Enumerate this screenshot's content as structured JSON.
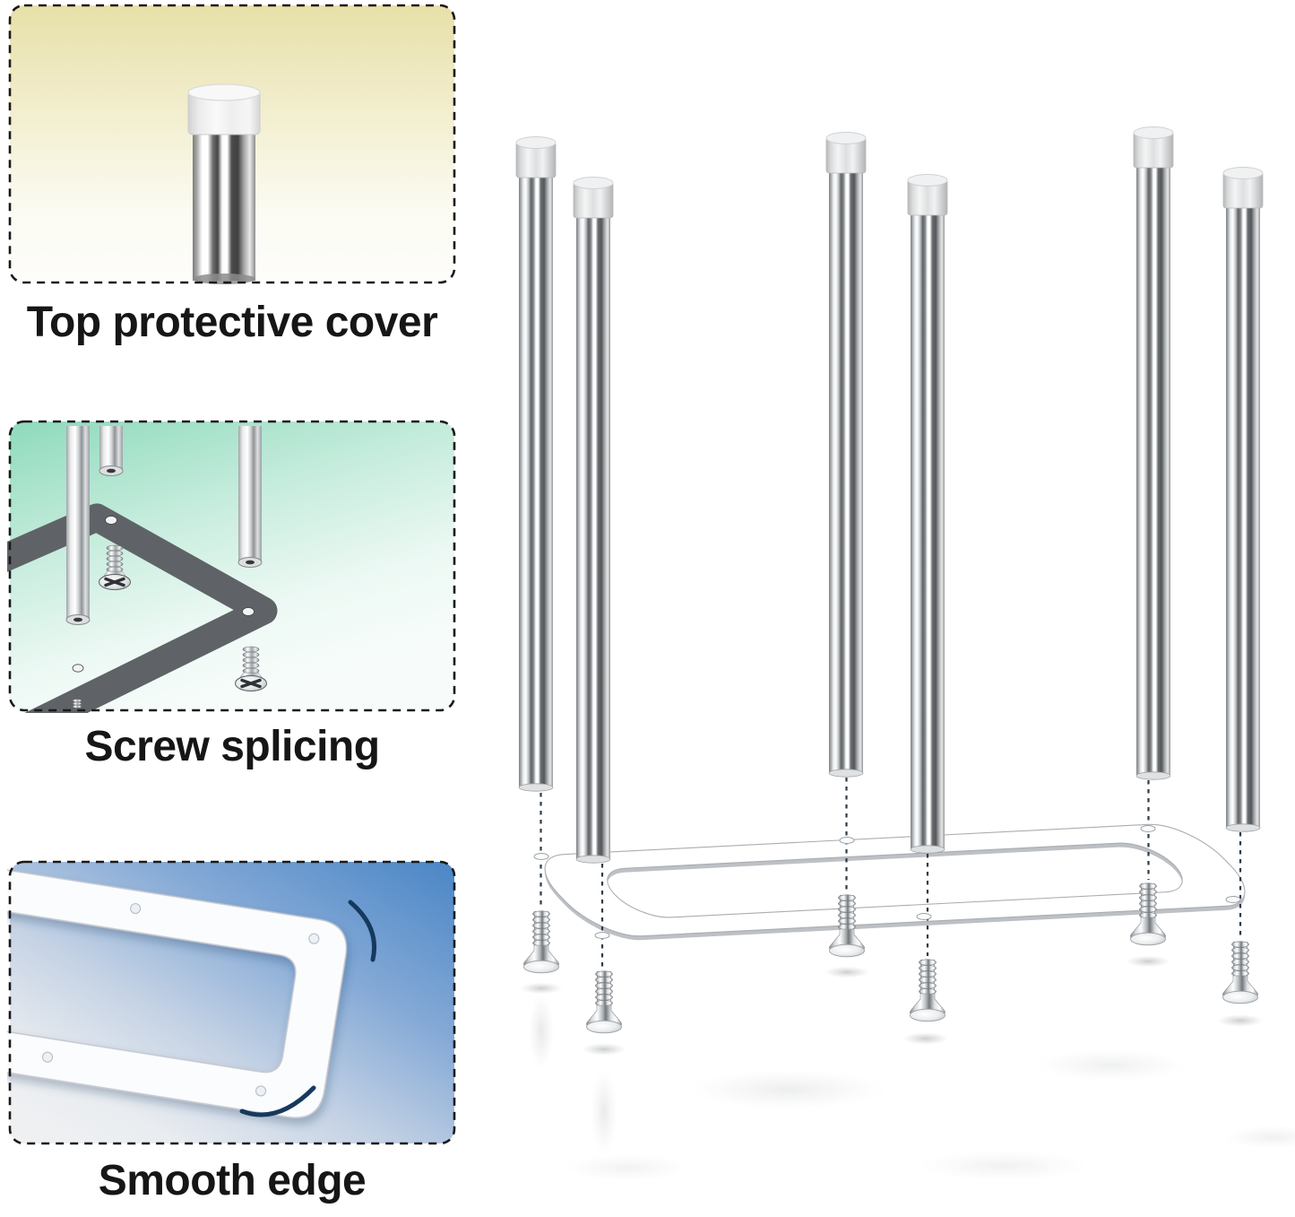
{
  "page": {
    "background_color": "#ffffff",
    "panel_border_color": "#1a1a1a"
  },
  "features": [
    {
      "label": "Top protective cover",
      "illustration": "tube-with-protective-cap",
      "gradient_top": "#e8e1ab",
      "gradient_bottom": "#fdfdfa"
    },
    {
      "label": "Screw splicing",
      "illustration": "screws-joining-tubes-to-frame",
      "gradient_top": "#8edabd",
      "gradient_bottom": "#f7fcfa"
    },
    {
      "label": "Smooth edge",
      "illustration": "base-frame-rounded-corner",
      "gradient_top": "#4a86c6",
      "gradient_bottom": "#eef0f2"
    }
  ],
  "assembly": {
    "name": "boot-rack-exploded-assembly",
    "tube_count": 6,
    "screw_count": 6,
    "base_frame_count": 1,
    "dash_line_color": "#2e3b46",
    "frame_color": "#eef0f2",
    "metal_shadow": "#5e6265"
  }
}
